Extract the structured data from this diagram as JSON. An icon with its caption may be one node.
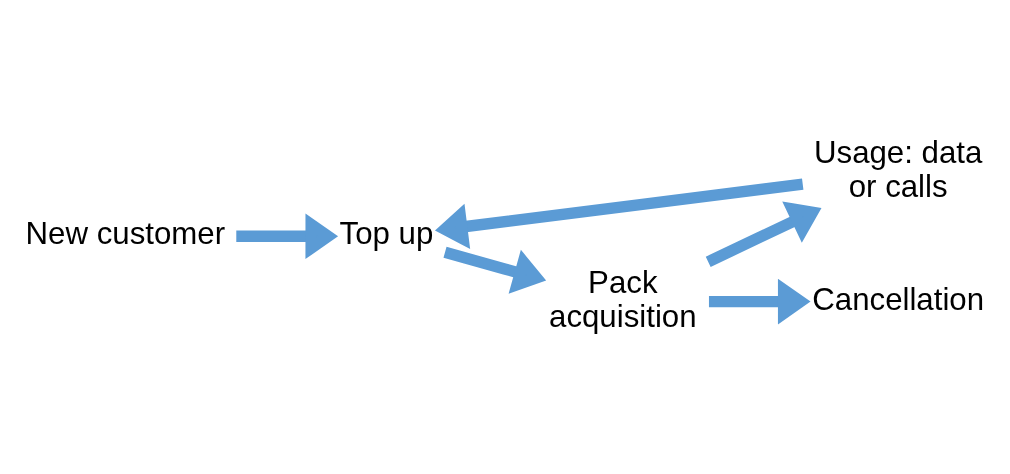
{
  "diagram": {
    "nodes": [
      {
        "text": [
          "New customer"
        ]
      },
      {
        "text": [
          "Top up"
        ]
      },
      {
        "text": [
          "Pack acquisition"
        ]
      },
      {
        "text": [
          "Usage: data or calls"
        ]
      },
      {
        "text": [
          "Cancellation"
        ]
      }
    ],
    "edges": [
      {
        "from": 0,
        "to": 1,
        "arrow": "to"
      },
      {
        "from": 1,
        "to": 2,
        "arrow": "to"
      },
      {
        "from": 2,
        "to": 3,
        "arrow": "to"
      },
      {
        "from": 3,
        "to": 1,
        "arrow": "to"
      },
      {
        "from": 2,
        "to": 4,
        "arrow": "to"
      }
    ]
  }
}
